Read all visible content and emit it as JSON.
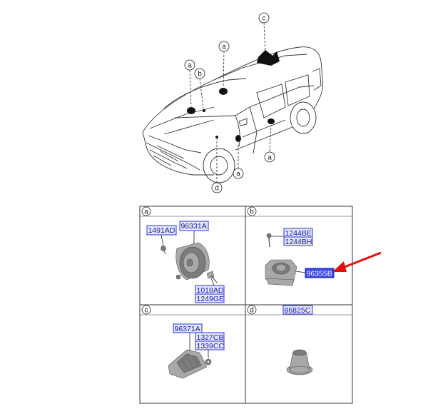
{
  "vehicle_callouts": {
    "a_top": "a",
    "c_top": "c",
    "a_left": "a",
    "b_left": "b",
    "a_right": "a",
    "a_bottom": "a",
    "d_bottom": "d"
  },
  "panels": {
    "a": {
      "label": "a",
      "parts": {
        "p1": "1491AD",
        "p2": "96331A",
        "p3": "1018AD",
        "p4": "1249GE"
      }
    },
    "b": {
      "label": "b",
      "parts": {
        "p1": "1244BE",
        "p2": "1244BH",
        "p3": "96355B"
      }
    },
    "c": {
      "label": "c",
      "parts": {
        "p1": "96371A",
        "p2": "1327CB",
        "p3": "1339CC"
      }
    },
    "d": {
      "label": "d",
      "parts": {
        "p1": "86825C"
      }
    }
  },
  "colors": {
    "highlight_fill": "#3846e6",
    "label_box_fill": "#e3e6ff",
    "arrow": "#e01010"
  }
}
